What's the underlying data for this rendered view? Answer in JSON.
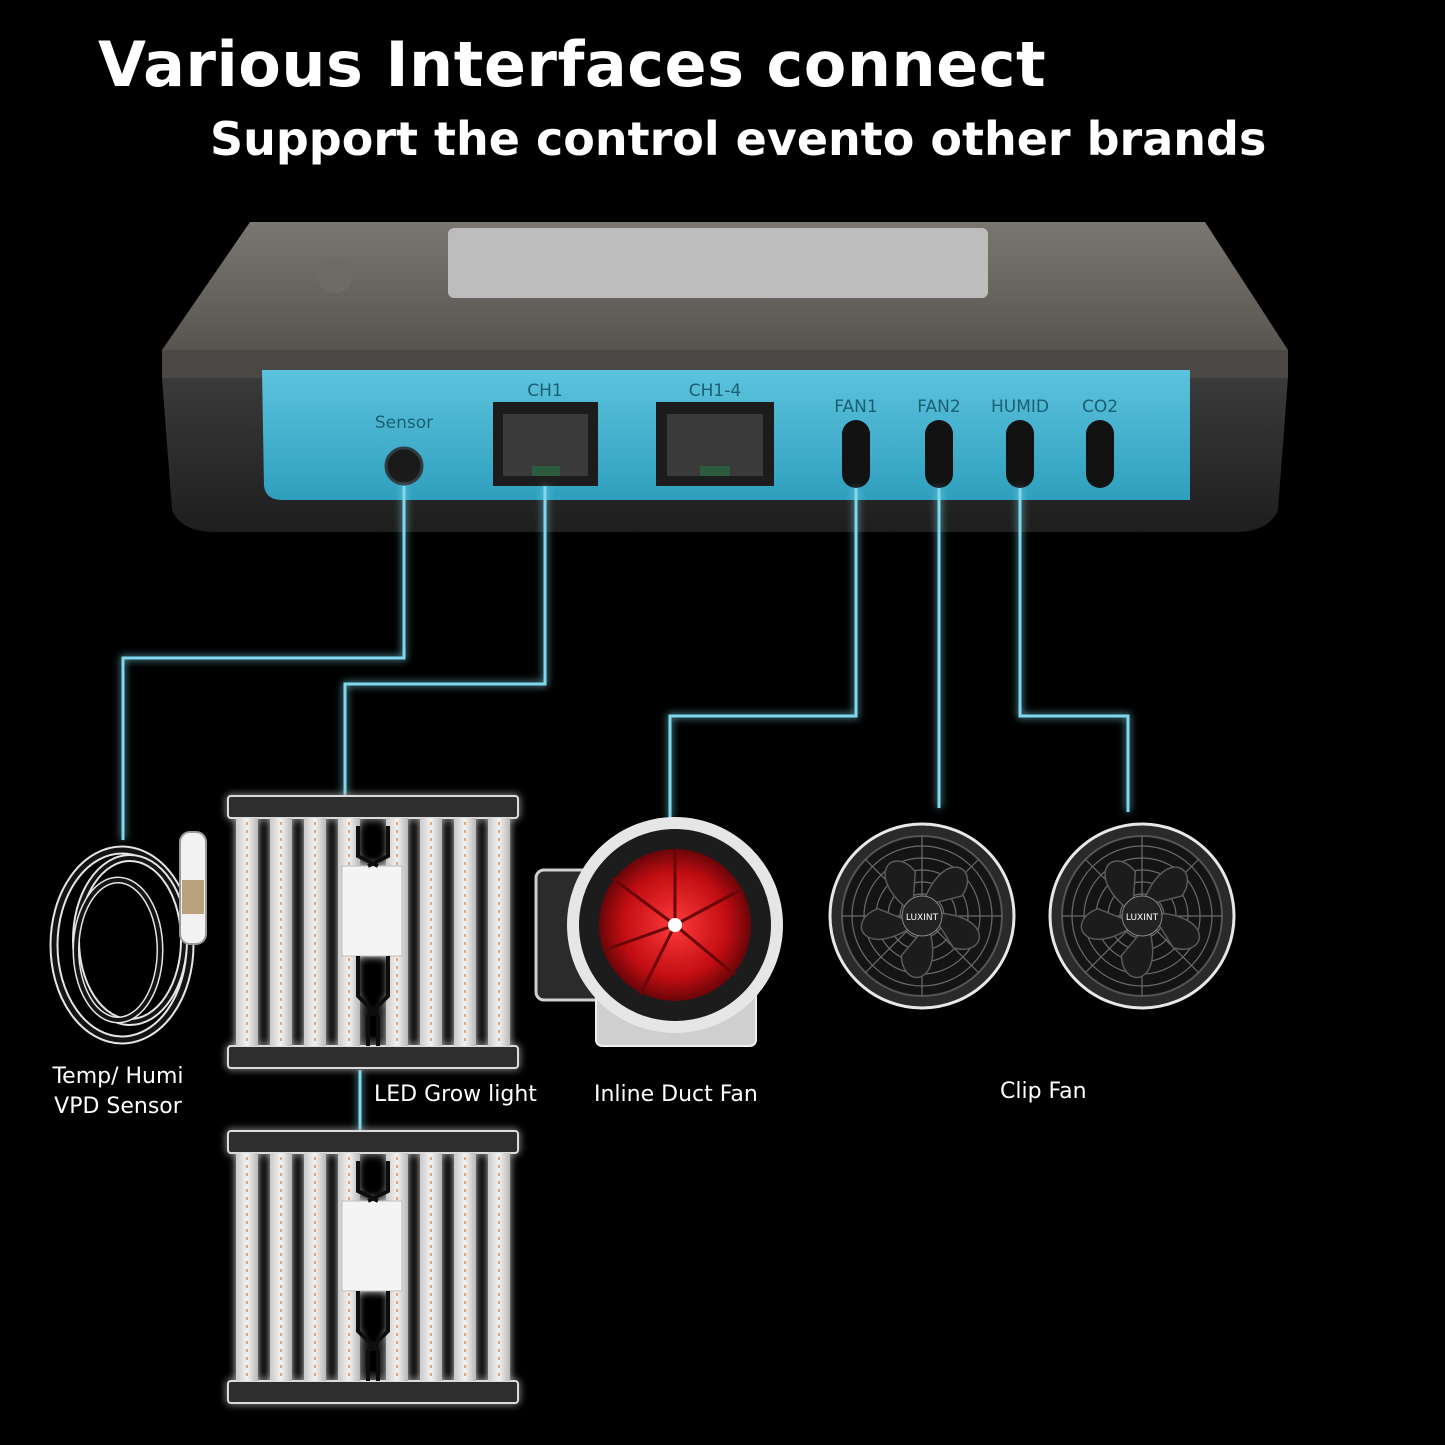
{
  "header": {
    "title": "Various Interfaces connect",
    "subtitle": "Support the control evento other brands"
  },
  "controller": {
    "ports": [
      {
        "id": "sensor",
        "label": "Sensor"
      },
      {
        "id": "ch1",
        "label": "CH1"
      },
      {
        "id": "ch14",
        "label": "CH1-4"
      },
      {
        "id": "fan1",
        "label": "FAN1"
      },
      {
        "id": "fan2",
        "label": "FAN2"
      },
      {
        "id": "humid",
        "label": "HUMID"
      },
      {
        "id": "co2",
        "label": "CO2"
      }
    ]
  },
  "devices": {
    "sensor_label_line1": "Temp/ Humi",
    "sensor_label_line2": "VPD Sensor",
    "grow_light_label": "LED Grow light",
    "duct_fan_label": "Inline Duct Fan",
    "clip_fan_label": "Clip Fan",
    "fan_brand": "LUXINT"
  },
  "colors": {
    "background": "#000000",
    "panel_accent": "#3fb0cf",
    "wire_glow": "#7fd8ee",
    "duct_fan_red": "#d0141a"
  }
}
